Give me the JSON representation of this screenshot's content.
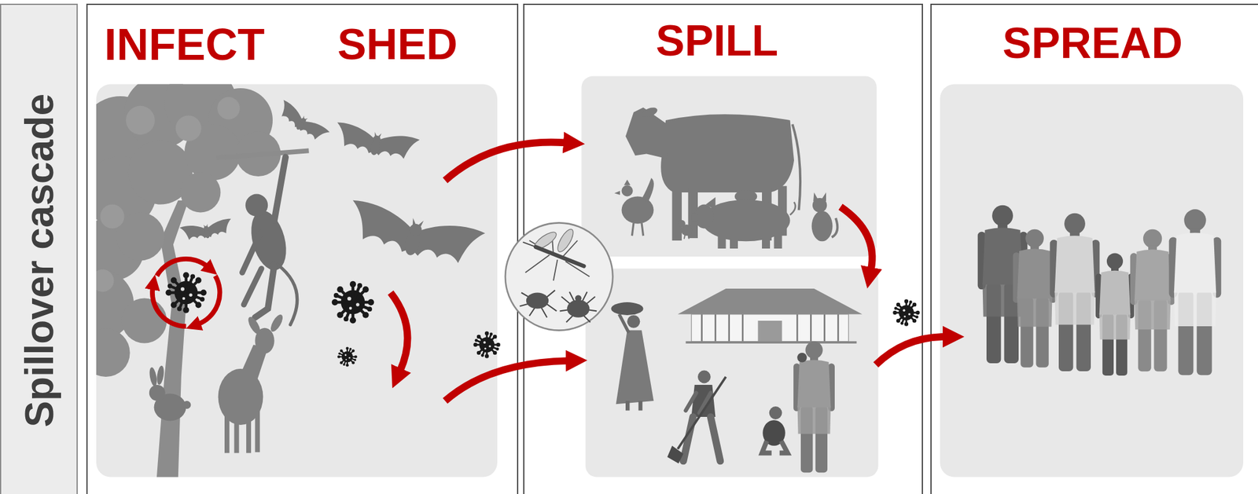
{
  "diagram": {
    "nodes": [
      {
        "text": [
          "Spillover cascade"
        ]
      },
      {
        "text": [
          "INFECT",
          "SHED"
        ]
      },
      {
        "text": [
          "SPILL"
        ]
      },
      {
        "text": [
          "SPREAD"
        ]
      }
    ]
  }
}
